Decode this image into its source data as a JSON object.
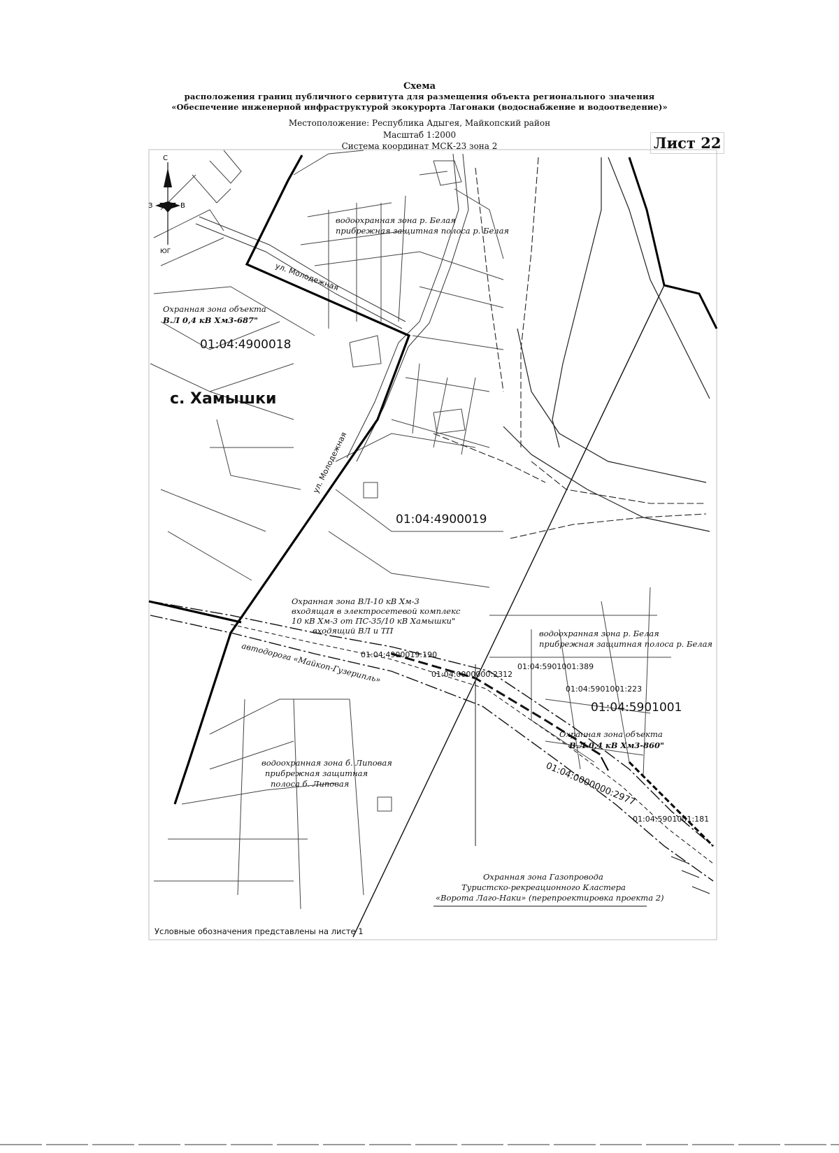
{
  "header": {
    "title": "Схема",
    "line1": "расположения границ публичного сервитута для размещения объекта регионального значения",
    "line2": "«Обеспечение инженерной инфраструктурой экокурорта Лагонаки (водоснабжение и водоотведение)»",
    "location": "Местоположение: Республика Адыгея, Майкопский район",
    "scale": "Масштаб 1:2000",
    "crs": "Система координат МСК-23 зона 2"
  },
  "sheet_label": "Лист 22",
  "compass": {
    "north": "С",
    "south": "ЮГ",
    "east": "В",
    "west": "З"
  },
  "labels": {
    "settlement": "с. Хамышки",
    "street_1": "ул. Молодежная",
    "street_2": "ул. Молодежная",
    "road": "автодорога «Майкоп-Гузерипль»",
    "water_zone_belaya_top_1": "водоохранная зона р. Белая",
    "water_zone_belaya_top_2": "прибрежная защитная полоса р. Белая",
    "water_zone_belaya_right_1": "водоохранная зона р. Белая",
    "water_zone_belaya_right_2": "прибрежная защитная полоса р. Белая",
    "water_zone_lipovaya_1": "водоохранная зона б. Липовая",
    "water_zone_lipovaya_2": "прибрежная защитная",
    "water_zone_lipovaya_3": "полоса б. Липовая",
    "protect_687_1": "Охранная зона объекта",
    "protect_687_2": "В.Л 0,4 кВ Хм3-687\"",
    "protect_860_1": "Охранная зона объекта",
    "protect_860_2": "В.Л 0,4 кВ Хм3-860\"",
    "protect_vl10_1": "Охранная зона ВЛ-10 кВ Хм-3",
    "protect_vl10_2": "входящая в электросетевой комплекс",
    "protect_vl10_3": "10 кВ Хм-3 от ПС-35/10 кВ Хамышки\"",
    "protect_vl10_4": "входящий ВЛ и ТП",
    "protect_cluster_1": "Охранная зона Газопровода",
    "protect_cluster_2": "Туристско-рекреационного Кластера",
    "protect_cluster_3": "«Ворота Лаго-Наки» (перепроектировка проекта 2)"
  },
  "cadastral": {
    "q18": "01:04:4900018",
    "q19": "01:04:4900019",
    "q5901001": "01:04:5901001",
    "p190": "01:04:4900019:190",
    "p2312": "01:04:0000000:2312",
    "p389": "01:04:5901001:389",
    "p223": "01:04:5901001:223",
    "p2977": "01:04:0000000:2977",
    "p181": "01:04:5901001:181"
  },
  "legend_note": "Условные обозначения представлены на листе 1"
}
